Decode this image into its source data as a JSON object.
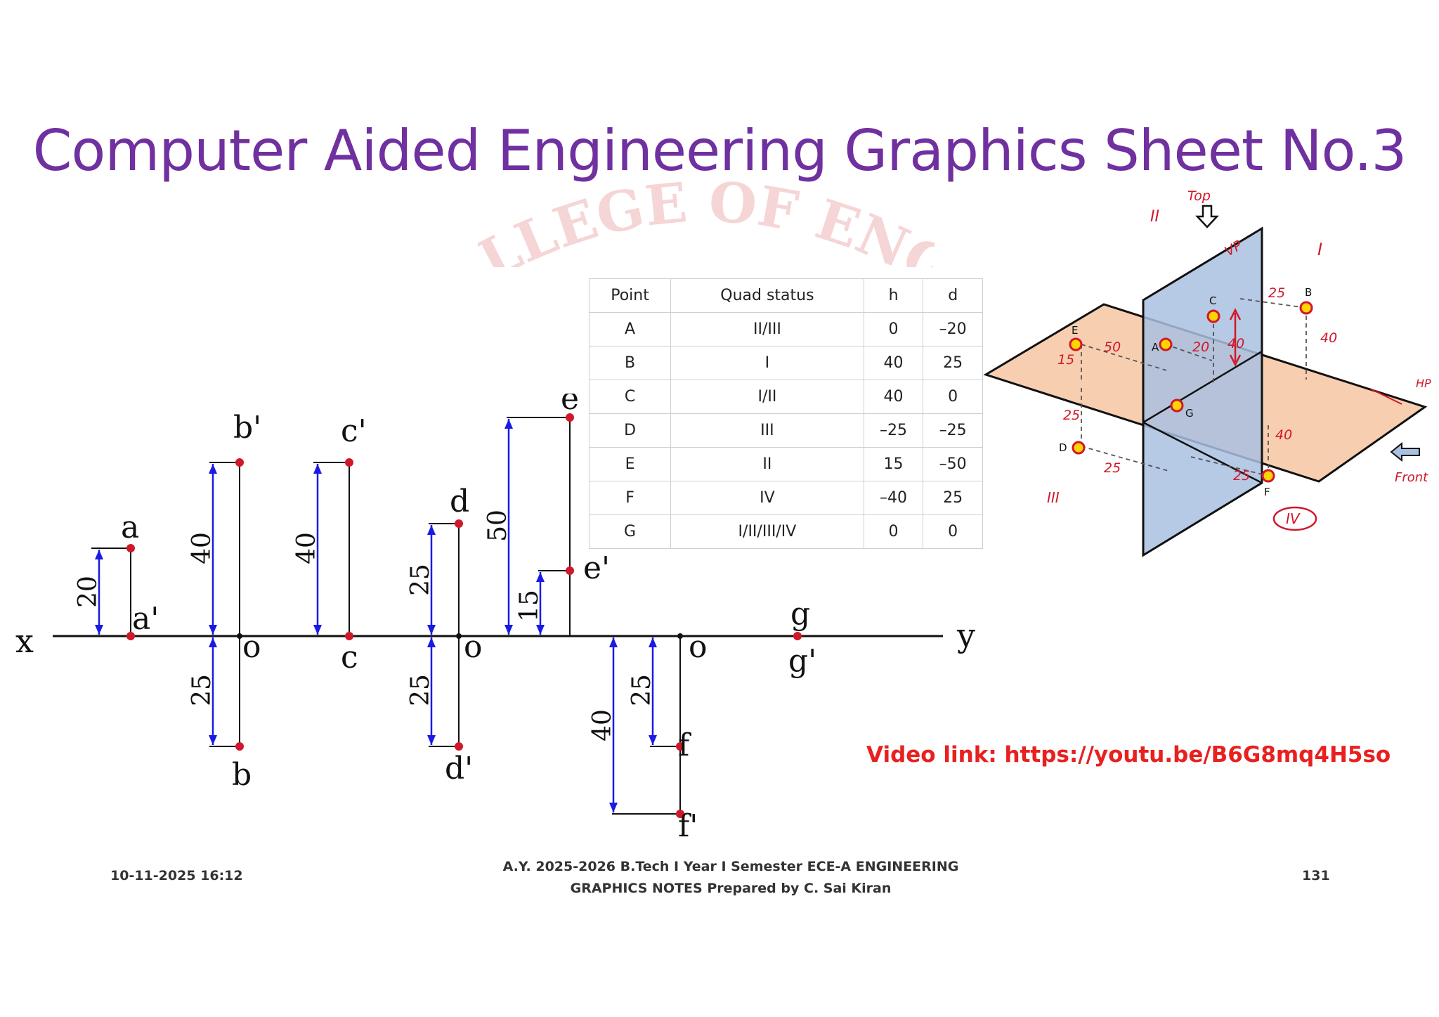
{
  "title": "Computer Aided Engineering Graphics Sheet No.3",
  "watermark_text": "LLEGE OF ENGI",
  "table": {
    "headers": [
      "Point",
      "Quad status",
      "h",
      "d"
    ],
    "rows": [
      [
        "A",
        "II/III",
        "0",
        "–20"
      ],
      [
        "B",
        "I",
        "40",
        "25"
      ],
      [
        "C",
        "I/II",
        "40",
        "0"
      ],
      [
        "D",
        "III",
        "–25",
        "–25"
      ],
      [
        "E",
        "II",
        "15",
        "–50"
      ],
      [
        "F",
        "IV",
        "–40",
        "25"
      ],
      [
        "G",
        "I/II/III/IV",
        "0",
        "0"
      ]
    ]
  },
  "projection": {
    "axis_x": "x",
    "axis_y": "y",
    "origin": "o",
    "labels": {
      "a": "a",
      "a_prime": "a'",
      "b": "b",
      "b_prime": "b'",
      "c": "c",
      "c_prime": "c'",
      "d": "d",
      "d_prime": "d'",
      "e": "e",
      "e_prime": "e'",
      "f": "f",
      "f_prime": "f'",
      "g": "g",
      "g_prime": "g'"
    },
    "dims": {
      "a": "20",
      "b_up": "40",
      "b_down": "25",
      "c": "40",
      "d_up": "25",
      "d_down": "25",
      "e_up": "50",
      "e_low": "15",
      "f_long": "40",
      "f_short": "25"
    }
  },
  "iso": {
    "top": "Top",
    "front": "Front",
    "vp": "VP",
    "hp": "HP",
    "q1": "I",
    "q2": "II",
    "q3": "III",
    "q4": "IV",
    "pts": {
      "a": "A",
      "b": "B",
      "c": "C",
      "d": "D",
      "e": "E",
      "f": "F",
      "g": "G"
    },
    "nums": {
      "e50": "50",
      "e15": "15",
      "e25": "25",
      "a20": "20",
      "c40": "40",
      "b25": "25",
      "b40": "40",
      "d25": "25",
      "f25": "25",
      "f40": "40"
    }
  },
  "video_link": "Video link: https://youtu.be/B6G8mq4H5so",
  "footer": {
    "date": "10-11-2025 16:12",
    "center_line1": "A.Y. 2025-2026 B.Tech I Year I Semester ECE-A ENGINEERING",
    "center_line2": "GRAPHICS NOTES  Prepared by C. Sai Kiran",
    "page": "131"
  }
}
